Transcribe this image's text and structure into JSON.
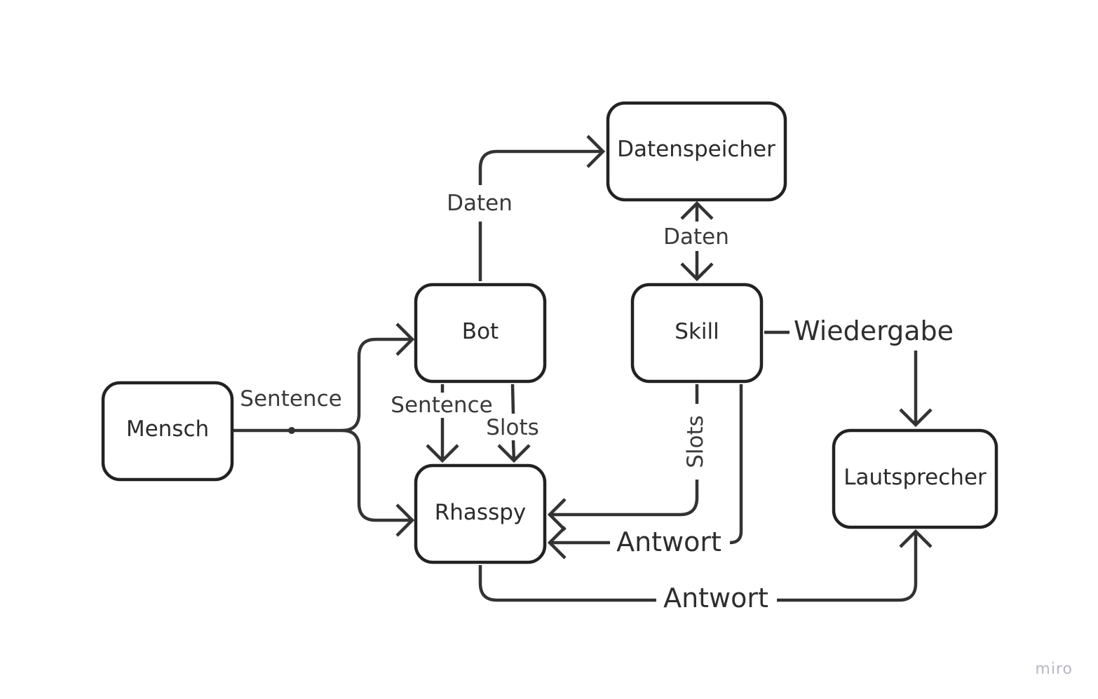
{
  "nodes": {
    "datenspeicher": "Datenspeicher",
    "bot": "Bot",
    "skill": "Skill",
    "mensch": "Mensch",
    "rhasspy": "Rhasspy",
    "lautsprecher": "Lautsprecher"
  },
  "edges": {
    "mensch_sentence": "Sentence",
    "bot_daten": "Daten",
    "speicher_skill_daten": "Daten",
    "bot_rhasspy_sentence": "Sentence",
    "bot_rhasspy_slots": "Slots",
    "skill_slots": "Slots",
    "skill_antwort": "Antwort",
    "skill_wiedergabe": "Wiedergabe",
    "rhasspy_antwort": "Antwort"
  },
  "watermark": "miro",
  "colors": {
    "stroke": "#222222",
    "text": "#2b2b2b",
    "watermark": "#b8b8c4"
  }
}
